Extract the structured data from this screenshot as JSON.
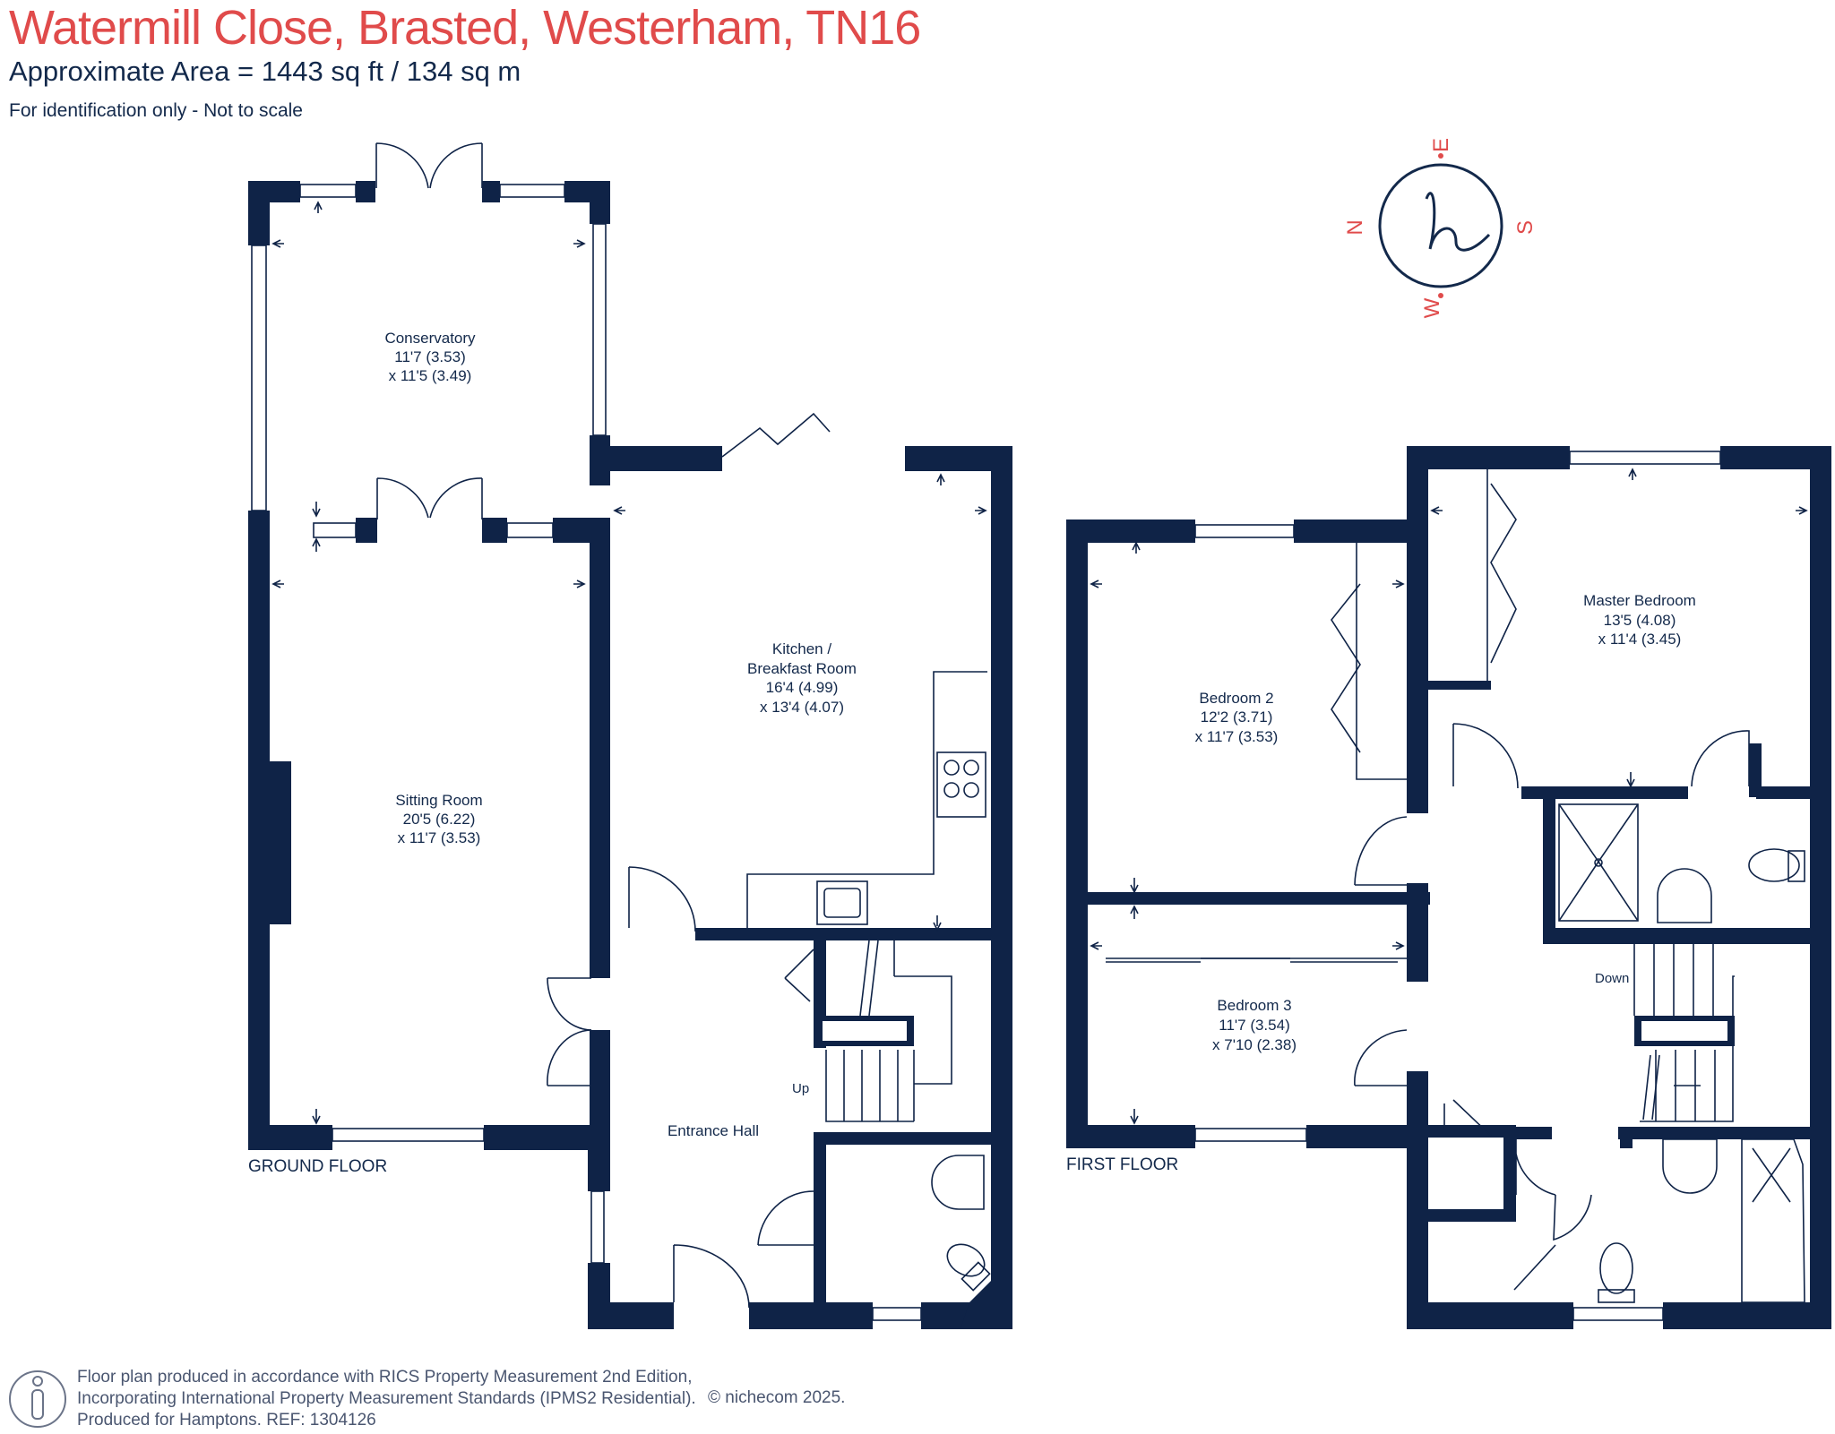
{
  "header": {
    "title": "Watermill Close, Brasted, Westerham, TN16",
    "area": "Approximate Area = 1443 sq ft / 134 sq m",
    "note": "For identification only - Not to scale"
  },
  "compass": {
    "n": "N",
    "e": "E",
    "s": "S",
    "w": "W"
  },
  "ground_floor": {
    "label": "GROUND FLOOR",
    "rooms": {
      "conservatory": [
        "Conservatory",
        "11'7 (3.53)",
        "x 11'5 (3.49)"
      ],
      "sitting": [
        "Sitting Room",
        "20'5 (6.22)",
        "x 11'7 (3.53)"
      ],
      "kitchen": [
        "Kitchen /",
        "Breakfast Room",
        "16'4 (4.99)",
        "x 13'4 (4.07)"
      ],
      "hall": [
        "Entrance Hall"
      ]
    },
    "stairs": "Up"
  },
  "first_floor": {
    "label": "FIRST FLOOR",
    "rooms": {
      "bed2": [
        "Bedroom 2",
        "12'2 (3.71)",
        "x 11'7 (3.53)"
      ],
      "bed3": [
        "Bedroom 3",
        "11'7 (3.54)",
        "x 7'10 (2.38)"
      ],
      "master": [
        "Master Bedroom",
        "13'5 (4.08)",
        "x 11'4 (3.45)"
      ]
    },
    "stairs": "Down"
  },
  "footer": {
    "line1": "Floor plan produced in accordance with RICS Property Measurement 2nd Edition,",
    "line2": "Incorporating International Property Measurement Standards (IPMS2 Residential).",
    "line3": "Produced for Hamptons.  REF:  1304126",
    "copyright": "© nichecom 2025."
  },
  "colors": {
    "accent": "#e04b4b",
    "wall": "#0f2347"
  }
}
